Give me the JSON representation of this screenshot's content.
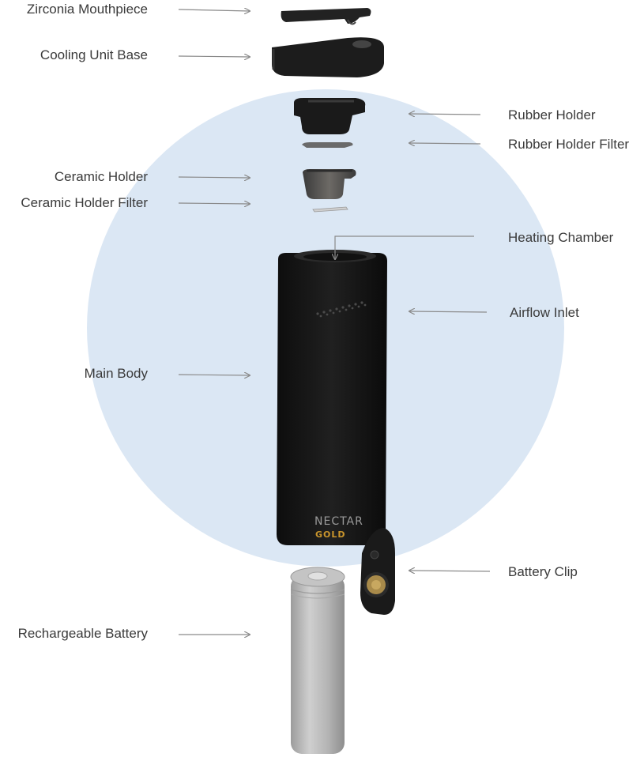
{
  "colors": {
    "background_circle": "#dbe7f4",
    "arrow": "#8a8a8a",
    "label_text": "#3a3a3a",
    "device_body": "#151515",
    "battery": "#b8b8b8",
    "logo_gold": "#c9952c",
    "logo_silver": "#9a9a9a"
  },
  "labels": {
    "zirconia_mouthpiece": "Zirconia Mouthpiece",
    "cooling_unit_base": "Cooling Unit Base",
    "rubber_holder": "Rubber Holder",
    "rubber_holder_filter": "Rubber Holder Filter",
    "ceramic_holder": "Ceramic Holder",
    "ceramic_holder_filter": "Ceramic Holder Filter",
    "heating_chamber": "Heating Chamber",
    "airflow_inlet": "Airflow Inlet",
    "main_body": "Main Body",
    "battery_clip": "Battery Clip",
    "rechargeable_battery": "Rechargeable Battery"
  },
  "logo": {
    "brand": "NECTAR",
    "edition": "GOLD"
  }
}
